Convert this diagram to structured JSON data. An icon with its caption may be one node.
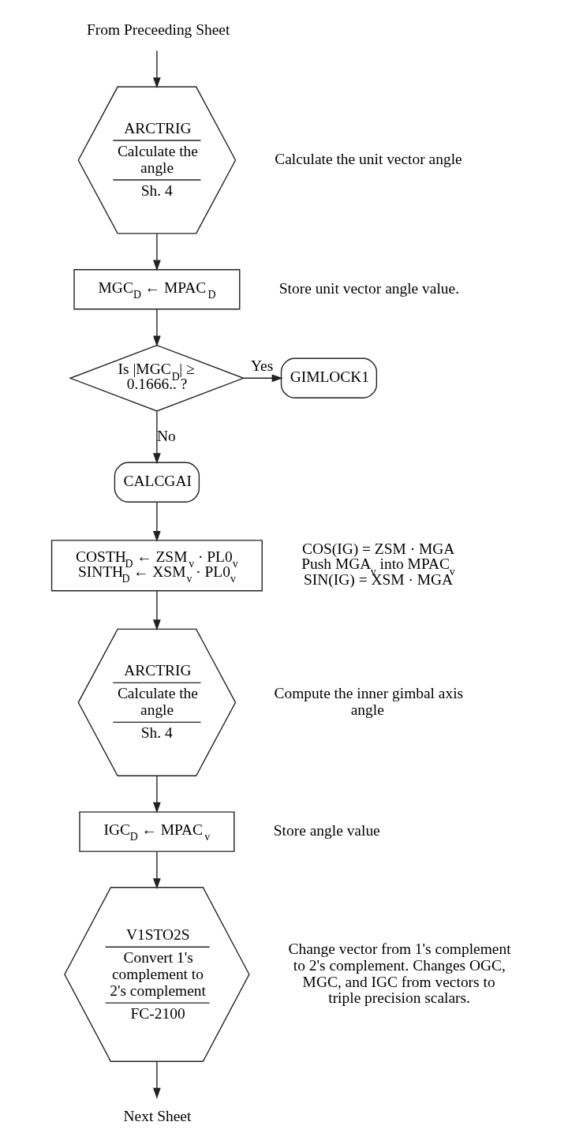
{
  "diagram": {
    "nodes": [
      {
        "text": [
          "From Preceeding Sheet"
        ]
      },
      {
        "text": [
          "ARCTRIG",
          "Calculate the angle",
          "Sh. 4"
        ],
        "beside": [
          "Calculate the unit vector angle"
        ]
      },
      {
        "text": [
          "MGC$_{D}$ ← MPAC$_{D}$"
        ],
        "beside": [
          "Store unit vector angle value."
        ]
      },
      {
        "text": [
          "Is |MGC$_{D}$| ≥ 0.1666.. ?"
        ]
      },
      {
        "text": [
          "GIMLOCK1"
        ]
      },
      {
        "text": [
          "CALCGAI"
        ]
      },
      {
        "text": [
          "COSTH$_{D}$ ← ZSM$_{v}$ · PL0$_{v}$",
          "SINTH$_{D}$ ← XSM$_{v}$ · PL0$_{v}$"
        ],
        "beside": [
          "COS(IG) = ZSM · MGA",
          "Push MGA$_{v}$ into MPAC$_{v}$",
          "SIN(IG) = XSM · MGA"
        ]
      },
      {
        "text": [
          "ARCTRIG",
          "Calculate the angle",
          "Sh. 4"
        ],
        "beside": [
          "Compute the inner gimbal axis angle"
        ]
      },
      {
        "text": [
          "IGC$_{D}$ ← MPAC$_{v}$"
        ],
        "beside": [
          "Store angle value"
        ]
      },
      {
        "text": [
          "V1STO2S",
          "Convert 1's complement to 2's complement",
          "FC-2100"
        ],
        "beside": [
          "Change vector from 1's complement to 2's complement. Changes OGC, MGC, and IGC from vectors to triple precision scalars."
        ]
      },
      {
        "text": [
          "Next Sheet"
        ]
      }
    ],
    "edges": [
      {
        "from": 0,
        "to": 1,
        "arrow": "to"
      },
      {
        "from": 1,
        "to": 2,
        "arrow": "to"
      },
      {
        "from": 2,
        "to": 3,
        "arrow": "to"
      },
      {
        "from": 3,
        "to": 4,
        "arrow": "to",
        "label": "Yes"
      },
      {
        "from": 3,
        "to": 5,
        "arrow": "to",
        "label": "No"
      },
      {
        "from": 5,
        "to": 6,
        "arrow": "to"
      },
      {
        "from": 6,
        "to": 7,
        "arrow": "to"
      },
      {
        "from": 7,
        "to": 8,
        "arrow": "to"
      },
      {
        "from": 8,
        "to": 9,
        "arrow": "to"
      },
      {
        "from": 9,
        "to": 10,
        "arrow": "to"
      }
    ]
  }
}
